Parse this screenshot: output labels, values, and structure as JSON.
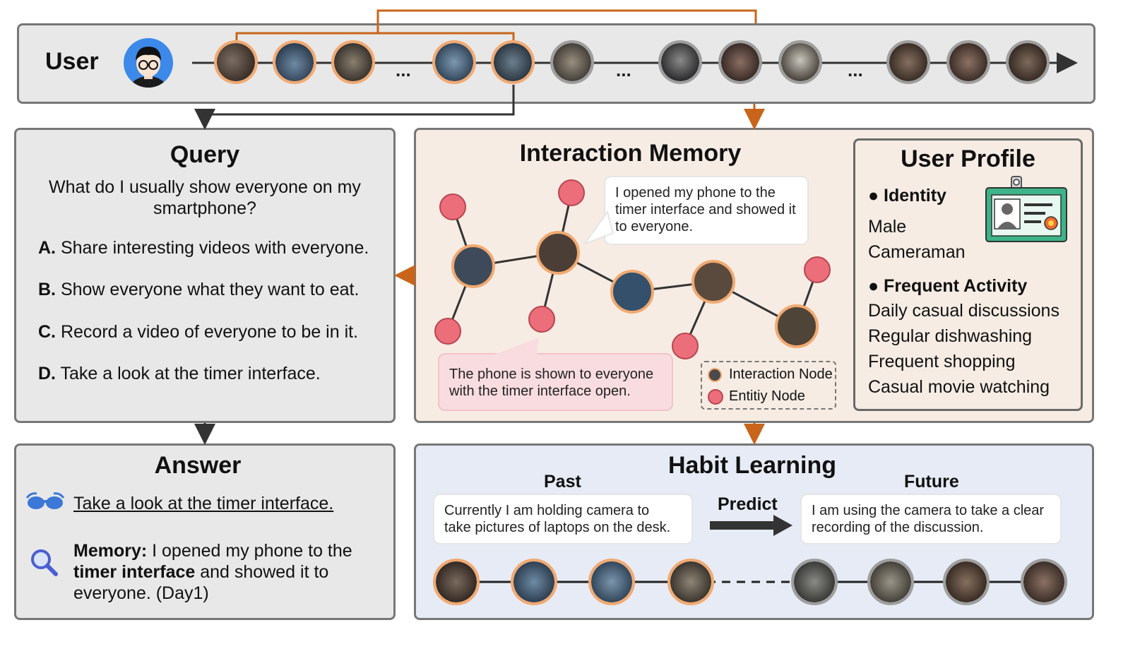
{
  "user": {
    "label": "User",
    "ellipsis": "..."
  },
  "query": {
    "title": "Query",
    "question_line1": "What do I usually show everyone on my",
    "question_line2": "smartphone?",
    "options": [
      {
        "letter": "A.",
        "text": "Share interesting videos with everyone."
      },
      {
        "letter": "B.",
        "text": "Show everyone what they want to eat."
      },
      {
        "letter": "C.",
        "text": "Record a video of everyone to be in it."
      },
      {
        "letter": "D.",
        "text": "Take a look at the timer interface."
      }
    ]
  },
  "memory": {
    "title": "Interaction Memory",
    "bubble_top": [
      "I opened my phone to the",
      "timer interface and showed it",
      "to everyone."
    ],
    "bubble_bottom": [
      "The phone is shown to everyone",
      "with the timer interface open."
    ],
    "legend": {
      "interaction": "Interaction Node",
      "entity": "Entitiy Node"
    }
  },
  "profile": {
    "title": "User Profile",
    "identity_heading": "Identity",
    "identity_items": [
      "Male",
      "Cameraman"
    ],
    "activity_heading": "Frequent Activity",
    "activity_items": [
      "Daily casual discussions",
      "Regular dishwashing",
      "Frequent shopping",
      "Casual movie watching"
    ]
  },
  "answer": {
    "title": "Answer",
    "answer_text": "Take a look at the timer interface.",
    "memory_label": "Memory:",
    "memory_line1": " I opened my phone to the",
    "memory_bold2": "timer interface",
    "memory_line2": " and showed it to",
    "memory_line3": "everyone. (Day1)"
  },
  "habit": {
    "title": "Habit Learning",
    "past_label": "Past",
    "future_label": "Future",
    "predict_label": "Predict",
    "past_text": [
      "Currently I am holding camera to",
      "take pictures of laptops on the desk."
    ],
    "future_text": [
      "I am using the camera to take a clear",
      "recording of the discussion."
    ]
  },
  "colors": {
    "orange_arrow": "#c8651b",
    "orange_ring": "#f2a970",
    "entity_fill": "#ec6e7a",
    "gray_ring": "#9e9e9e"
  }
}
